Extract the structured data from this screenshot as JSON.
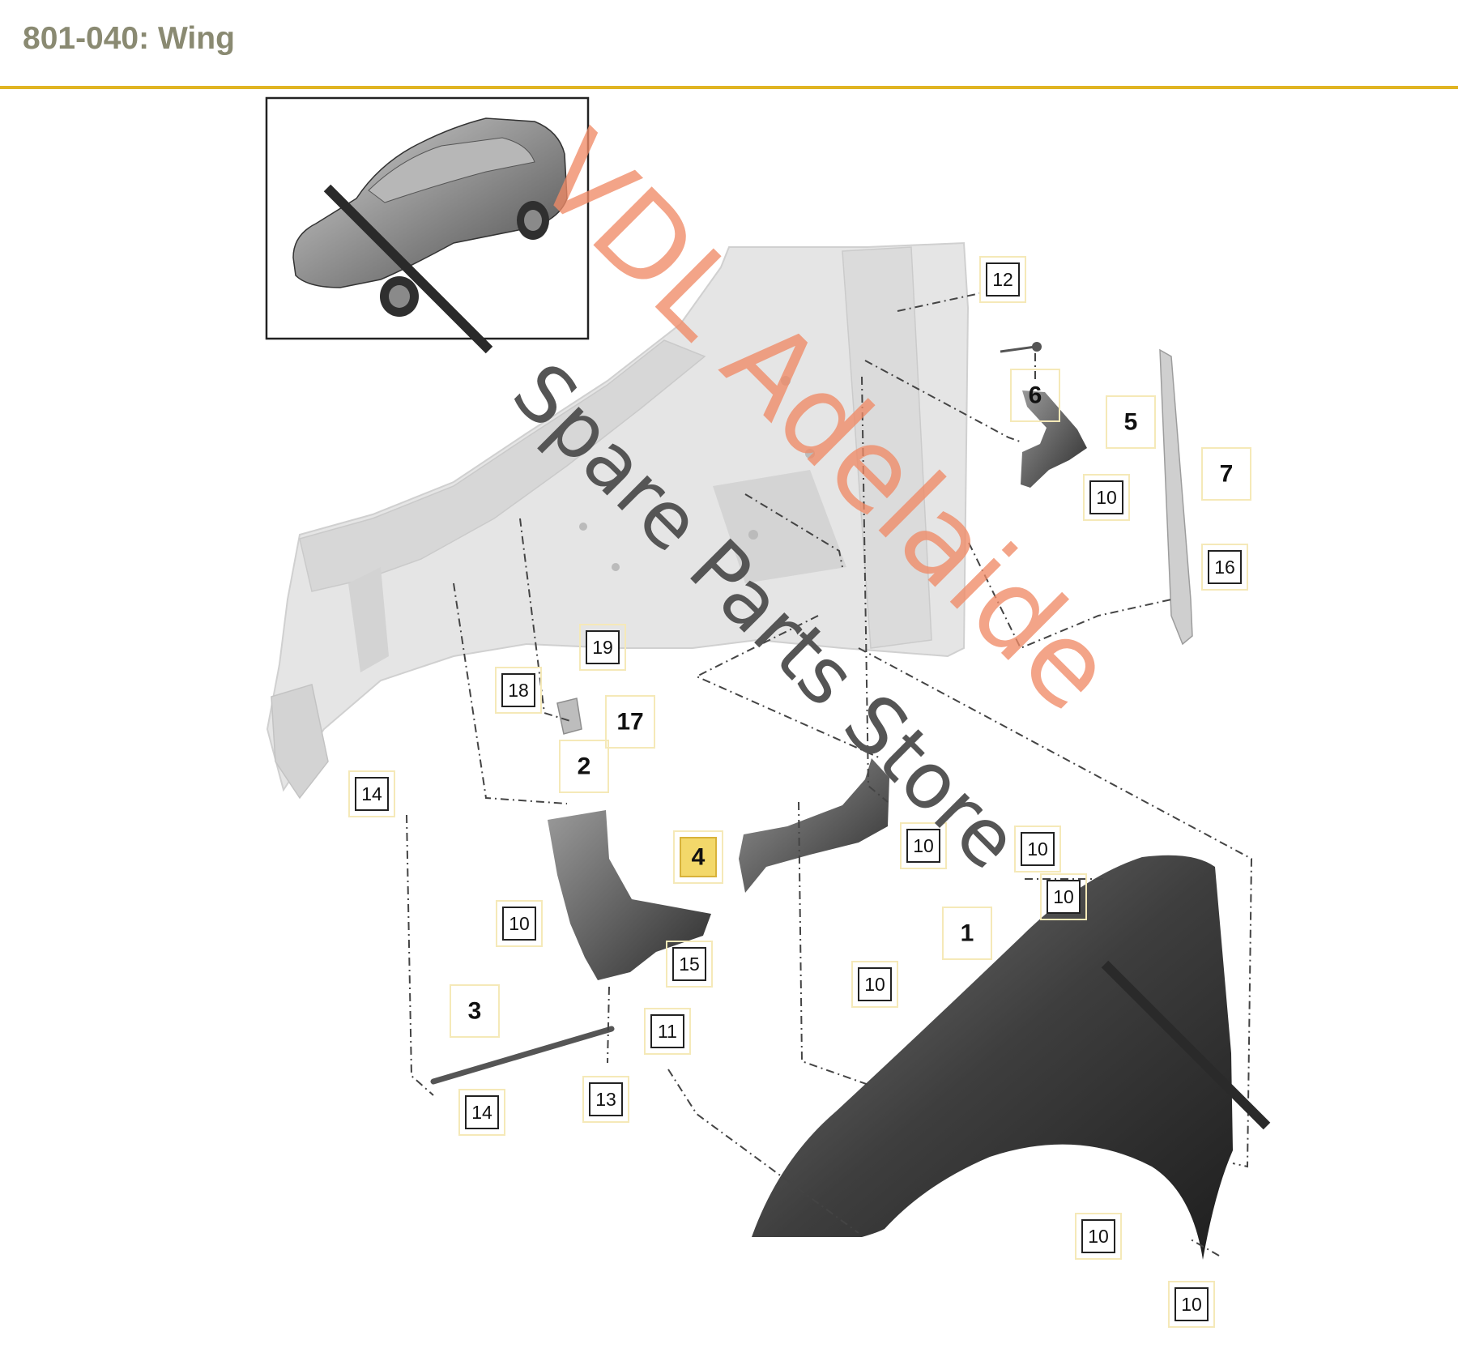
{
  "header": {
    "title": "801-040: Wing"
  },
  "accent_color": "#e0b422",
  "highlight_color": "#f3d86a",
  "watermark": {
    "line1": "VDL Adelaide",
    "line2": "Spare Parts Store",
    "line1_color": "#ef8a66",
    "line2_color": "#555555"
  },
  "callouts": [
    {
      "id": "c12",
      "label": "12",
      "style": "boxed"
    },
    {
      "id": "c6",
      "label": "6",
      "style": "bold"
    },
    {
      "id": "c5",
      "label": "5",
      "style": "bold"
    },
    {
      "id": "c10a",
      "label": "10",
      "style": "boxed"
    },
    {
      "id": "c7",
      "label": "7",
      "style": "bold"
    },
    {
      "id": "c16",
      "label": "16",
      "style": "boxed"
    },
    {
      "id": "c19",
      "label": "19",
      "style": "boxed"
    },
    {
      "id": "c18",
      "label": "18",
      "style": "boxed"
    },
    {
      "id": "c17",
      "label": "17",
      "style": "bold"
    },
    {
      "id": "c2",
      "label": "2",
      "style": "bold"
    },
    {
      "id": "c14a",
      "label": "14",
      "style": "boxed"
    },
    {
      "id": "c4",
      "label": "4",
      "style": "highlight"
    },
    {
      "id": "c10b",
      "label": "10",
      "style": "boxed"
    },
    {
      "id": "c10c",
      "label": "10",
      "style": "boxed"
    },
    {
      "id": "c10d",
      "label": "10",
      "style": "boxed"
    },
    {
      "id": "c10e",
      "label": "10",
      "style": "boxed"
    },
    {
      "id": "c15",
      "label": "15",
      "style": "boxed"
    },
    {
      "id": "c1",
      "label": "1",
      "style": "bold"
    },
    {
      "id": "c10f",
      "label": "10",
      "style": "boxed"
    },
    {
      "id": "c3",
      "label": "3",
      "style": "bold"
    },
    {
      "id": "c11",
      "label": "11",
      "style": "boxed"
    },
    {
      "id": "c13",
      "label": "13",
      "style": "boxed"
    },
    {
      "id": "c14b",
      "label": "14",
      "style": "boxed"
    },
    {
      "id": "c10g",
      "label": "10",
      "style": "boxed"
    },
    {
      "id": "c10h",
      "label": "10",
      "style": "boxed"
    }
  ]
}
